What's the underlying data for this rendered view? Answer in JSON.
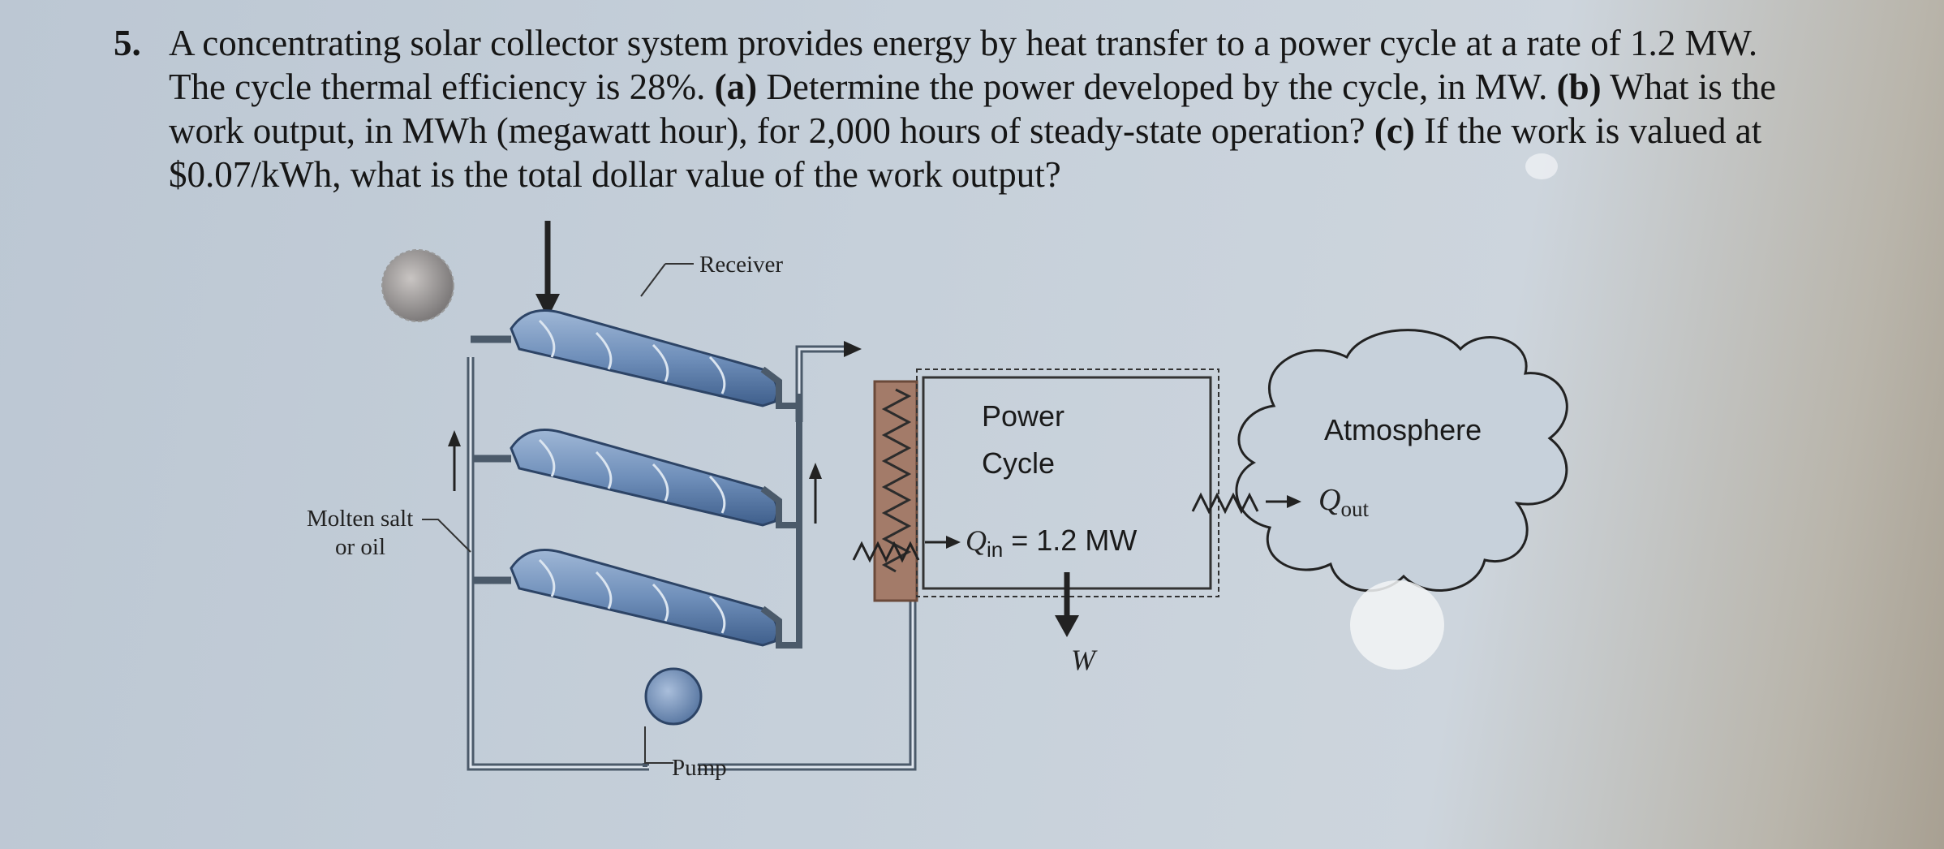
{
  "problem": {
    "number": "5.",
    "text_a": "A concentrating solar collector system provides energy by heat transfer to a power cycle at a rate of 1.2 MW. The cycle thermal efficiency is 28%. ",
    "part_a_marker": "(a)",
    "text_b": " Determine the power developed by the cycle, in MW. ",
    "part_b_marker": "(b)",
    "text_c": " What is the work output, in MWh (megawatt hour), for 2,000 hours of steady-state operation? ",
    "part_c_marker": "(c)",
    "text_d": " If the work is valued at $0.07/kWh, what is the total dollar value of the work output?"
  },
  "diagram": {
    "receiver_label": "Receiver",
    "molten_salt_label_line1": "Molten salt",
    "molten_salt_label_line2": "or oil",
    "pump_label": "Pump",
    "power_cycle_line1": "Power",
    "power_cycle_line2": "Cycle",
    "qin_symbol": "Q",
    "qin_subscript": "in",
    "qin_value": " = 1.2 MW",
    "work_symbol": "W",
    "atmosphere_label": "Atmosphere",
    "qout_symbol": "Q",
    "qout_subscript": "out",
    "colors": {
      "collector_blue": "#5b7aa6",
      "pipe_gray": "#5a6a7a",
      "exchanger_brown": "#a07a66",
      "sun": "#8f8f90"
    }
  }
}
